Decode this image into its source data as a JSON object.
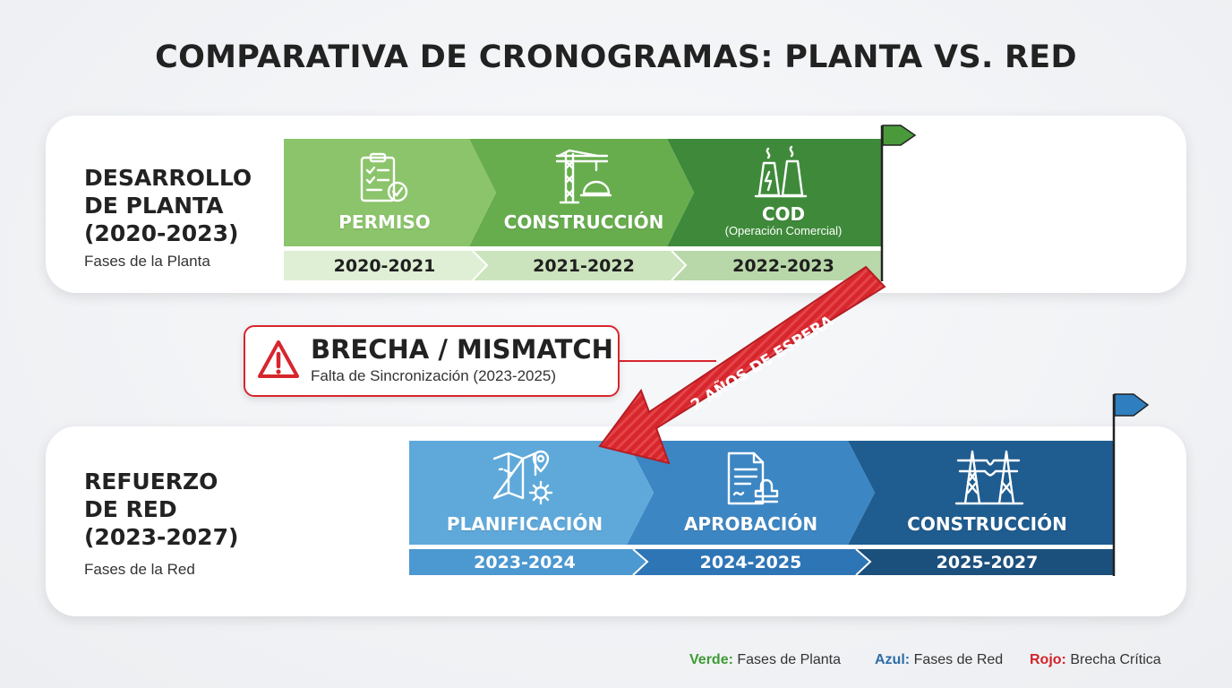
{
  "title": "COMPARATIVA DE CRONOGRAMAS: PLANTA VS. RED",
  "plant": {
    "label_lines": [
      "DESARROLLO",
      "DE PLANTA",
      "(2020-2023)"
    ],
    "subtitle": "Fases de la Planta",
    "phases": [
      {
        "name": "PERMISO",
        "years": "2020-2021",
        "icon": "checklist-clipboard-icon"
      },
      {
        "name": "CONSTRUCCIÓN",
        "years": "2021-2022",
        "icon": "crane-hardhat-icon"
      },
      {
        "name": "COD",
        "subtitle": "(Operación Comercial)",
        "years": "2022-2023",
        "icon": "power-plant-icon"
      }
    ],
    "flag_color": "#4a9a3c"
  },
  "grid": {
    "label_lines": [
      "REFUERZO",
      "DE RED",
      "(2023-2027)"
    ],
    "subtitle": "Fases de la Red",
    "phases": [
      {
        "name": "PLANIFICACIÓN",
        "years": "2023-2024",
        "icon": "map-gear-icon"
      },
      {
        "name": "APROBACIÓN",
        "years": "2024-2025",
        "icon": "document-stamp-icon"
      },
      {
        "name": "CONSTRUCCIÓN",
        "years": "2025-2027",
        "icon": "transmission-tower-icon"
      }
    ],
    "flag_color": "#2f7fc0"
  },
  "mismatch": {
    "title": "BRECHA / MISMATCH",
    "subtitle": "Falta de Sincronización (2023-2025)",
    "arrow_label": "2 AÑOS DE ESPERA",
    "icon": "warning-triangle-icon"
  },
  "legend": [
    {
      "key": "Verde:",
      "text": "Fases de Planta",
      "color": "#3e9a34"
    },
    {
      "key": "Azul:",
      "text": "Fases de Red",
      "color": "#2b6da8"
    },
    {
      "key": "Rojo:",
      "text": "Brecha Crítica",
      "color": "#d2232a"
    }
  ],
  "colors": {
    "plant": [
      "#8bc46a",
      "#67ad4e",
      "#3f8a3a"
    ],
    "plant_years": [
      "#dfefd5",
      "#cbe4bd",
      "#b9d8a9"
    ],
    "grid": [
      "#5fa9da",
      "#3c86c3",
      "#1f5c8f"
    ],
    "grid_years": [
      "#4c98d0",
      "#2e75b6",
      "#1b4f7c"
    ],
    "red": "#d7262c"
  }
}
